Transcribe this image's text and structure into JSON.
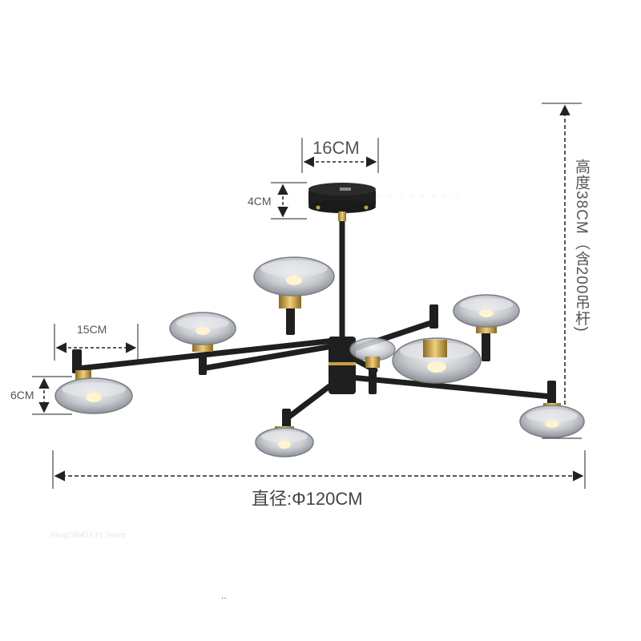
{
  "dimensions": {
    "canopy_width": "16CM",
    "canopy_height": "4CM",
    "shade_width": "15CM",
    "shade_height": "6CM",
    "diameter": "直径:Φ120CM",
    "height": "高度38CM（含200吊杆)"
  },
  "watermarks": {
    "store": "Shop5845131 Store",
    "faint_text": "◦ ◦ ◦ ◦ ◦ ◦ ◦ ◦",
    "dots": ".."
  },
  "colors": {
    "frame": "#1f1f1f",
    "brass": "#c9a042",
    "glass": "#c9ccd1",
    "dimension_line": "#222222",
    "label_text": "#555555"
  }
}
